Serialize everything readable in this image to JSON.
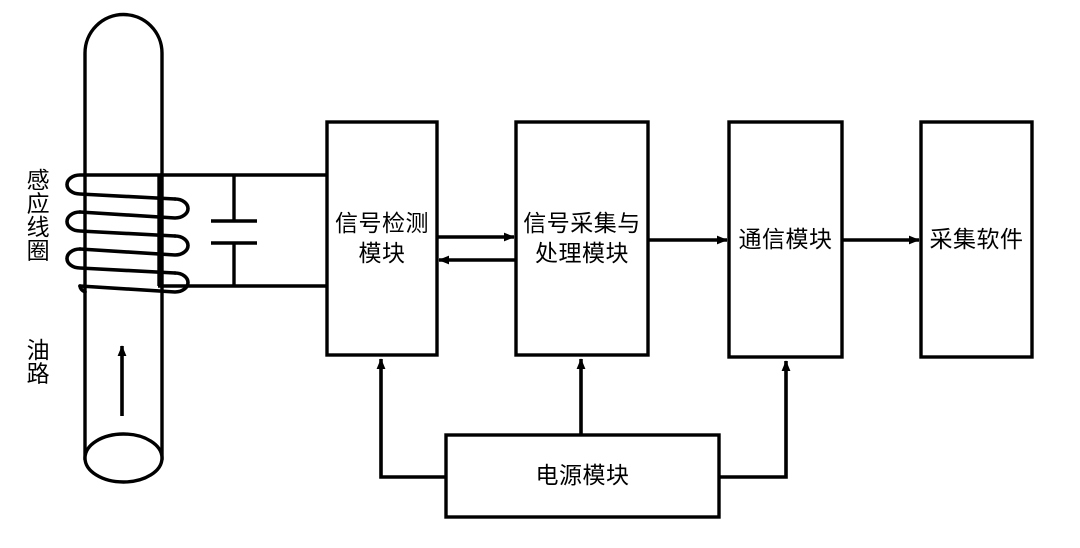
{
  "diagram": {
    "type": "block-diagram",
    "title": "",
    "background_color": "#ffffff",
    "line_color": "#000000",
    "annotations": {
      "coil_label": "感应线圈",
      "pipe_label": "油路"
    },
    "boxes": [
      {
        "id": "signal-detection",
        "label": "信号检测\n模块"
      },
      {
        "id": "signal-acquisition",
        "label": "信号采集与\n处理模块"
      },
      {
        "id": "communication",
        "label": "通信模块"
      },
      {
        "id": "acquisition-software",
        "label": "采集软件"
      },
      {
        "id": "power-supply",
        "label": "电源模块"
      }
    ],
    "components": [
      {
        "id": "induction-coil",
        "label": "感应线圈"
      },
      {
        "id": "oil-pipe",
        "label": "油路"
      },
      {
        "id": "capacitor",
        "label": ""
      },
      {
        "id": "flow-arrow",
        "label": ""
      }
    ],
    "connections": [
      {
        "from": "induction-coil",
        "to": "signal-detection",
        "style": "line"
      },
      {
        "from": "signal-detection",
        "to": "signal-acquisition",
        "style": "arrow"
      },
      {
        "from": "signal-acquisition",
        "to": "signal-detection",
        "style": "arrow"
      },
      {
        "from": "signal-acquisition",
        "to": "communication",
        "style": "arrow"
      },
      {
        "from": "communication",
        "to": "acquisition-software",
        "style": "arrow"
      },
      {
        "from": "power-supply",
        "to": "signal-detection",
        "style": "arrow"
      },
      {
        "from": "power-supply",
        "to": "signal-acquisition",
        "style": "arrow"
      },
      {
        "from": "power-supply",
        "to": "communication",
        "style": "arrow"
      }
    ]
  }
}
